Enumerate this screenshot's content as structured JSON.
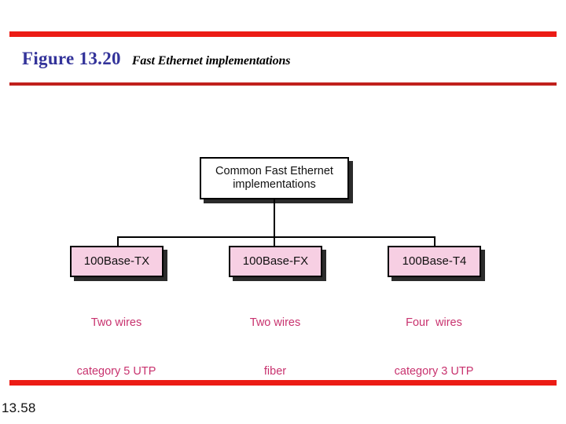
{
  "slide": {
    "figure_label": "Figure 13.20",
    "figure_caption": "Fast Ethernet implementations",
    "page_number": "13.58",
    "colors": {
      "rule_bright_red": "#ec1c15",
      "rule_dark_red": "#c0201c",
      "figure_label_blue": "#33339a",
      "leaf_box_pink": "#f7cfe3",
      "caption_magenta": "#c8326e",
      "box_border": "#000000",
      "box_shadow": "#2b2b2b"
    }
  },
  "diagram": {
    "type": "tree",
    "root": {
      "line1": "Common Fast Ethernet",
      "line2": "implementations"
    },
    "leaves": [
      {
        "label": "100Base-TX",
        "caption_line1": "Two wires",
        "caption_line2": "category 5 UTP"
      },
      {
        "label": "100Base-FX",
        "caption_line1": "Two wires",
        "caption_line2": "fiber"
      },
      {
        "label": "100Base-T4",
        "caption_line1": "Four  wires",
        "caption_line2": "category 3 UTP"
      }
    ]
  }
}
